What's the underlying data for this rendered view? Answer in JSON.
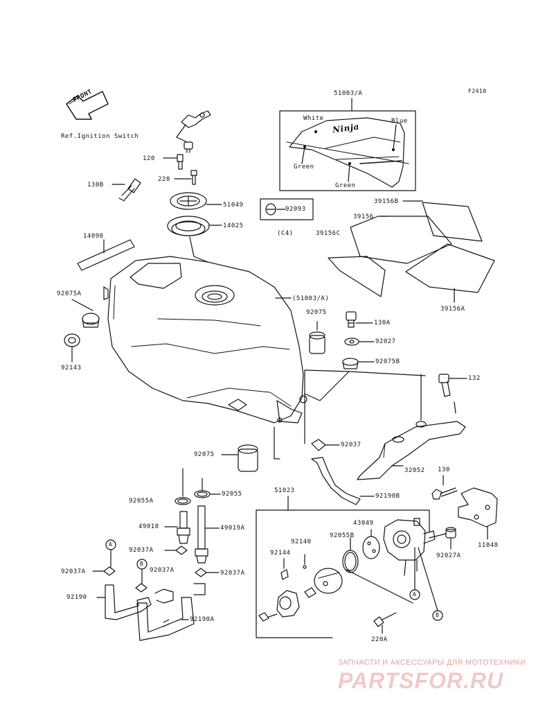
{
  "figure_code": "F2410",
  "front_label": "FRONT",
  "labels": {
    "ref_ignition": "Ref.Ignition Switch",
    "p120": "120",
    "p220": "220",
    "p130B": "130B",
    "p51049": "51049",
    "p14025": "14025",
    "p92093": "92093",
    "c4": "(C4)",
    "p14090": "14090",
    "p92075A": "92075A",
    "p92143": "92143",
    "p51003A_ref": "(51003/A)",
    "p92075_top": "92075",
    "p130A": "130A",
    "p92027": "92027",
    "p92075B": "92075B",
    "p132": "132",
    "p92037": "92037",
    "p32052": "32052",
    "p92075_mid": "92075",
    "p92055A": "92055A",
    "p92055": "92055",
    "p51023": "51023",
    "p92190B": "92190B",
    "p130": "130",
    "p11048": "11048",
    "p49018": "49018",
    "p49019A": "49019A",
    "p92037A_a": "92037A",
    "p92037A_b": "92037A",
    "p92037A_c": "92037A",
    "p92037A_d": "92037A",
    "p92190": "92190",
    "p92190A": "92190A",
    "p92140": "92140",
    "p92144": "92144",
    "p92055B": "92055B",
    "p43049": "43049",
    "p92027A": "92027A",
    "p220A": "220A",
    "callout_a1": "A",
    "callout_b1": "B",
    "callout_a2": "A",
    "callout_b2": "B"
  },
  "decal_box": {
    "part": "51003/A",
    "white": "White",
    "blue": "Blue",
    "green1": "Green",
    "green2": "Green",
    "logo": "Ninja"
  },
  "pads": {
    "p39156B": "39156B",
    "p39156": "39156",
    "p39156C": "39156C",
    "p39156A": "39156A"
  },
  "watermark": {
    "line1": "ЗАПЧАСТИ И АКСЕССУАРЫ ДЛЯ МОТОТЕХНИКИ",
    "brand": "PARTSFOR.RU"
  }
}
